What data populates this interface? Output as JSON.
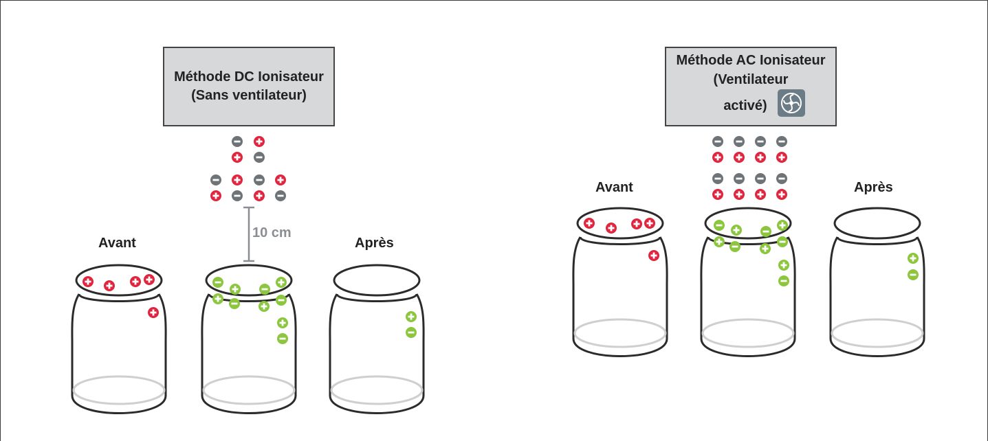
{
  "dc": {
    "title_line1": "Méthode DC Ionisateur",
    "title_line2": "(Sans ventilateur)",
    "label_before": "Avant",
    "label_after": "Après",
    "distance": "10 cm"
  },
  "ac": {
    "title_line1": "Méthode AC Ionisateur",
    "title_line2": "(Ventilateur",
    "title_line3": "activé)",
    "label_before": "Avant",
    "label_after": "Après",
    "fan_icon": "fan-icon"
  },
  "colors": {
    "positive_ion": "#e0253f",
    "negative_ion": "#6d7377",
    "neutralized_charge": "#8cc63f",
    "jar_outline": "#2b2b2b",
    "jar_bottom": "#cfcfcf",
    "box_fill": "#d7d8d9",
    "distance_marker": "#8a8e92"
  }
}
